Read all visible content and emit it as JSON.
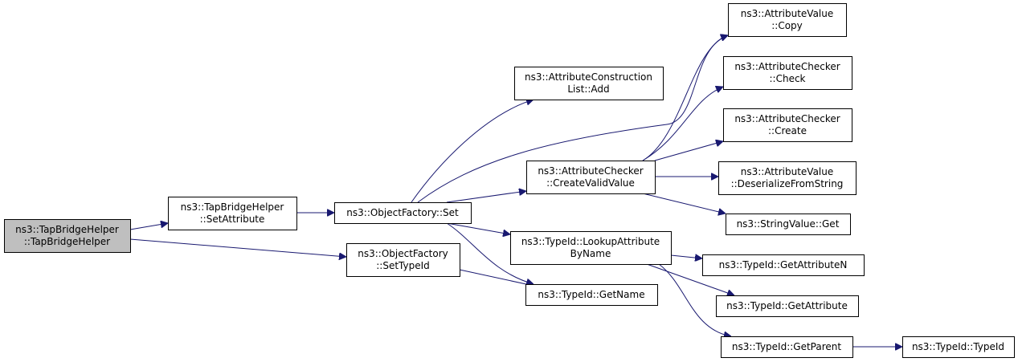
{
  "colors": {
    "edge": "#191970",
    "root_fill": "#bfbfbf",
    "node_fill": "#ffffff"
  },
  "nodes": {
    "root": {
      "lines": [
        "ns3::TapBridgeHelper",
        "::TapBridgeHelper"
      ]
    },
    "setattr": {
      "lines": [
        "ns3::TapBridgeHelper",
        "::SetAttribute"
      ]
    },
    "ofset": {
      "lines": [
        "ns3::ObjectFactory::Set"
      ]
    },
    "ofsettype": {
      "lines": [
        "ns3::ObjectFactory",
        "::SetTypeId"
      ]
    },
    "acladd": {
      "lines": [
        "ns3::AttributeConstruction",
        "List::Add"
      ]
    },
    "accreate": {
      "lines": [
        "ns3::AttributeChecker",
        "::CreateValidValue"
      ]
    },
    "lookup": {
      "lines": [
        "ns3::TypeId::LookupAttribute",
        "ByName"
      ]
    },
    "getname": {
      "lines": [
        "ns3::TypeId::GetName"
      ]
    },
    "avcopy": {
      "lines": [
        "ns3::AttributeValue",
        "::Copy"
      ]
    },
    "accheck": {
      "lines": [
        "ns3::AttributeChecker",
        "::Check"
      ]
    },
    "accreate2": {
      "lines": [
        "ns3::AttributeChecker",
        "::Create"
      ]
    },
    "avdeser": {
      "lines": [
        "ns3::AttributeValue",
        "::DeserializeFromString"
      ]
    },
    "svget": {
      "lines": [
        "ns3::StringValue::Get"
      ]
    },
    "getattrn": {
      "lines": [
        "ns3::TypeId::GetAttributeN"
      ]
    },
    "getattr": {
      "lines": [
        "ns3::TypeId::GetAttribute"
      ]
    },
    "getparent": {
      "lines": [
        "ns3::TypeId::GetParent"
      ]
    },
    "typeid": {
      "lines": [
        "ns3::TypeId::TypeId"
      ]
    }
  },
  "edges": [
    [
      "root",
      "setattr"
    ],
    [
      "root",
      "ofsettype"
    ],
    [
      "setattr",
      "ofset"
    ],
    [
      "ofset",
      "acladd"
    ],
    [
      "ofset",
      "avcopy"
    ],
    [
      "ofset",
      "accreate"
    ],
    [
      "ofset",
      "lookup"
    ],
    [
      "ofset",
      "getname"
    ],
    [
      "ofsettype",
      "getname"
    ],
    [
      "accreate",
      "avcopy"
    ],
    [
      "accreate",
      "accheck"
    ],
    [
      "accreate",
      "accreate2"
    ],
    [
      "accreate",
      "avdeser"
    ],
    [
      "accreate",
      "svget"
    ],
    [
      "lookup",
      "getattrn"
    ],
    [
      "lookup",
      "getattr"
    ],
    [
      "lookup",
      "getparent"
    ],
    [
      "getparent",
      "typeid"
    ]
  ]
}
